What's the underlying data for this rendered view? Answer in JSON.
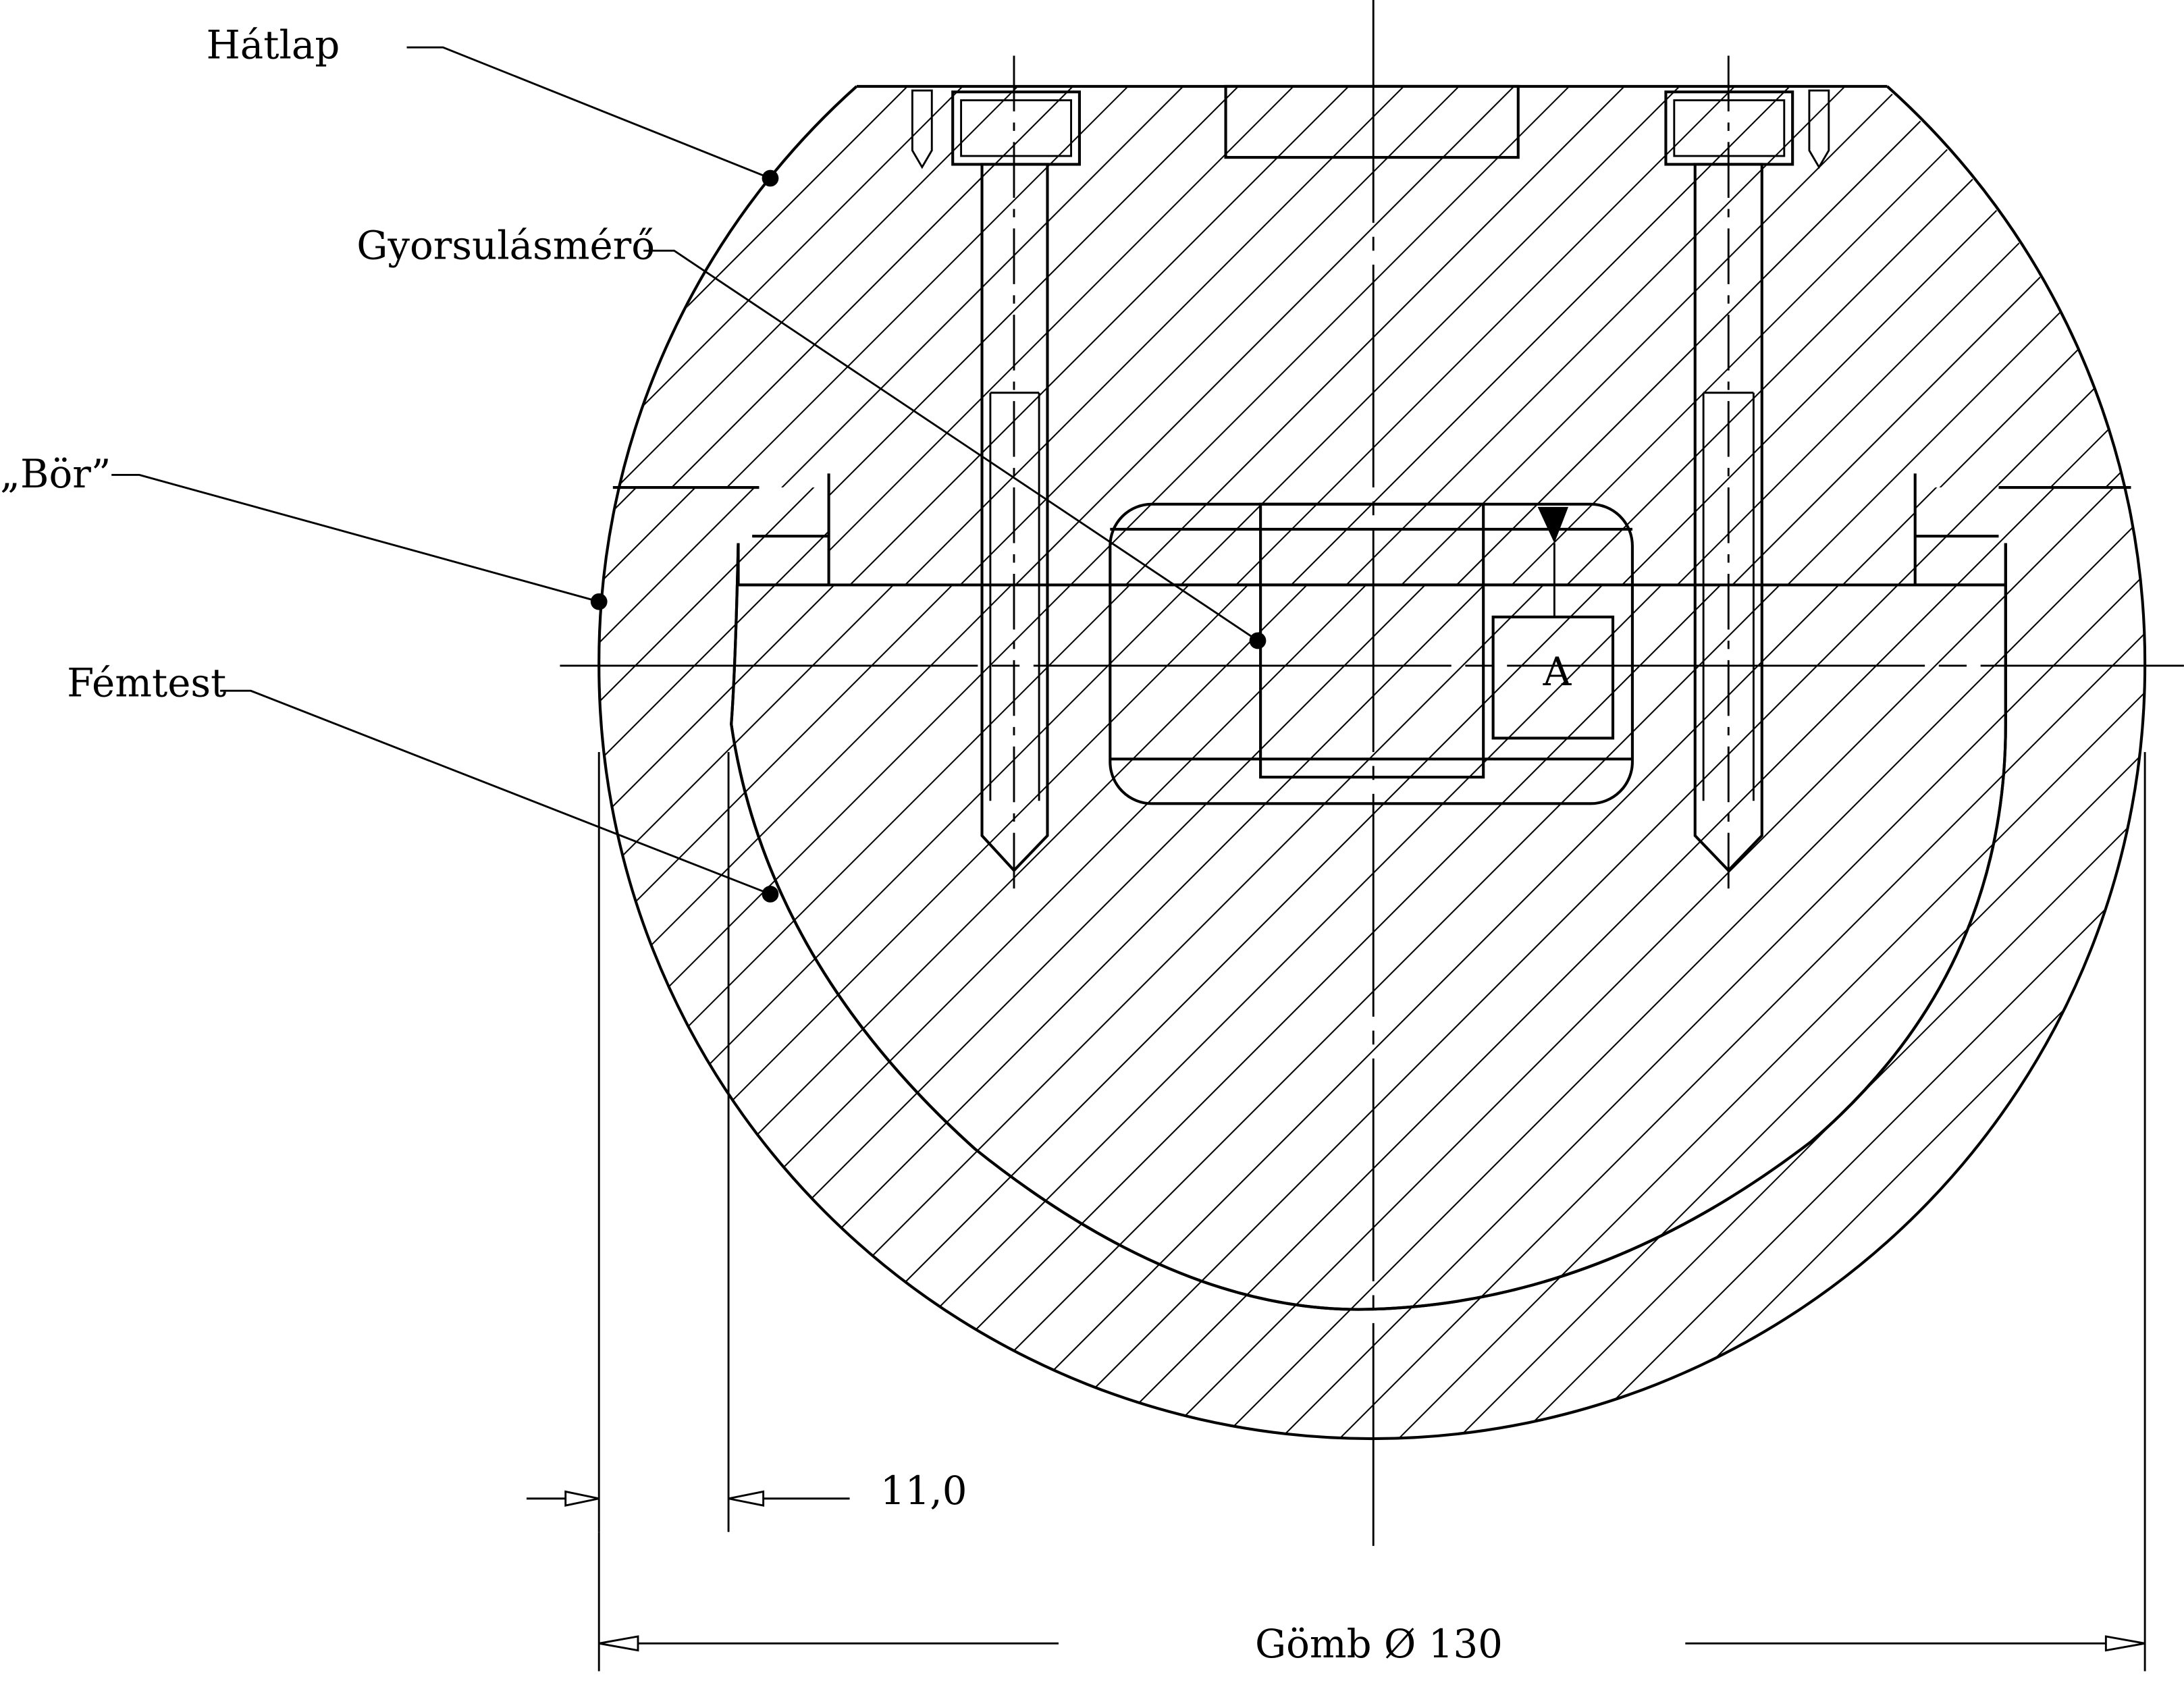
{
  "labels": {
    "hatlap": "Hátlap",
    "gyorsulasmero": "Gyorsulásmérő",
    "bor": "„Bör”",
    "femtest": "Fémtest",
    "sensor_box": "A"
  },
  "dimensions": {
    "skin_thickness": "11,0",
    "sphere_diameter": "Gömb Ø 130"
  },
  "colors": {
    "line": "#000000",
    "background": "#ffffff"
  }
}
